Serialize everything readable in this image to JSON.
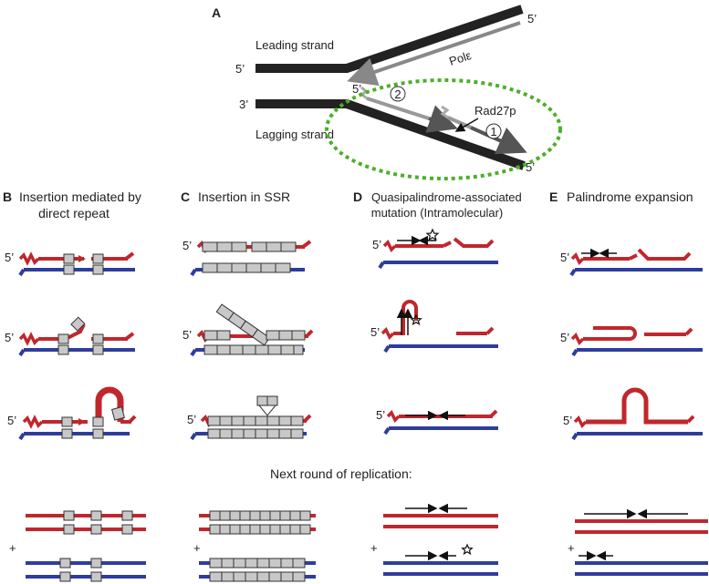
{
  "panel_a": {
    "letter": "A",
    "leading_strand": "Leading strand",
    "lagging_strand": "Lagging strand",
    "five_prime": "5’",
    "three_prime": "3’",
    "pol_label": "Polε",
    "rad_label": "Rad27p",
    "step_1": "1",
    "step_2": "2"
  },
  "panel_b": {
    "letter": "B",
    "title_line1": "Insertion mediated by",
    "title_line2": "direct repeat"
  },
  "panel_c": {
    "letter": "C",
    "title_line1": "Insertion in SSR"
  },
  "panel_d": {
    "letter": "D",
    "title_line1": "Quasipalindrome-associated",
    "title_line2": "mutation (Intramolecular)"
  },
  "panel_e": {
    "letter": "E",
    "title_line1": "Palindrome expansion"
  },
  "strand_end_label": "5’",
  "plus_sign": "+",
  "next_round": "Next round of replication:",
  "colors": {
    "daughter": "#c0272d",
    "template": "#2e3d9c",
    "fork": "#222222",
    "pol": "#888888",
    "circle": "#4caf2a",
    "box": "#c8c8c8"
  }
}
